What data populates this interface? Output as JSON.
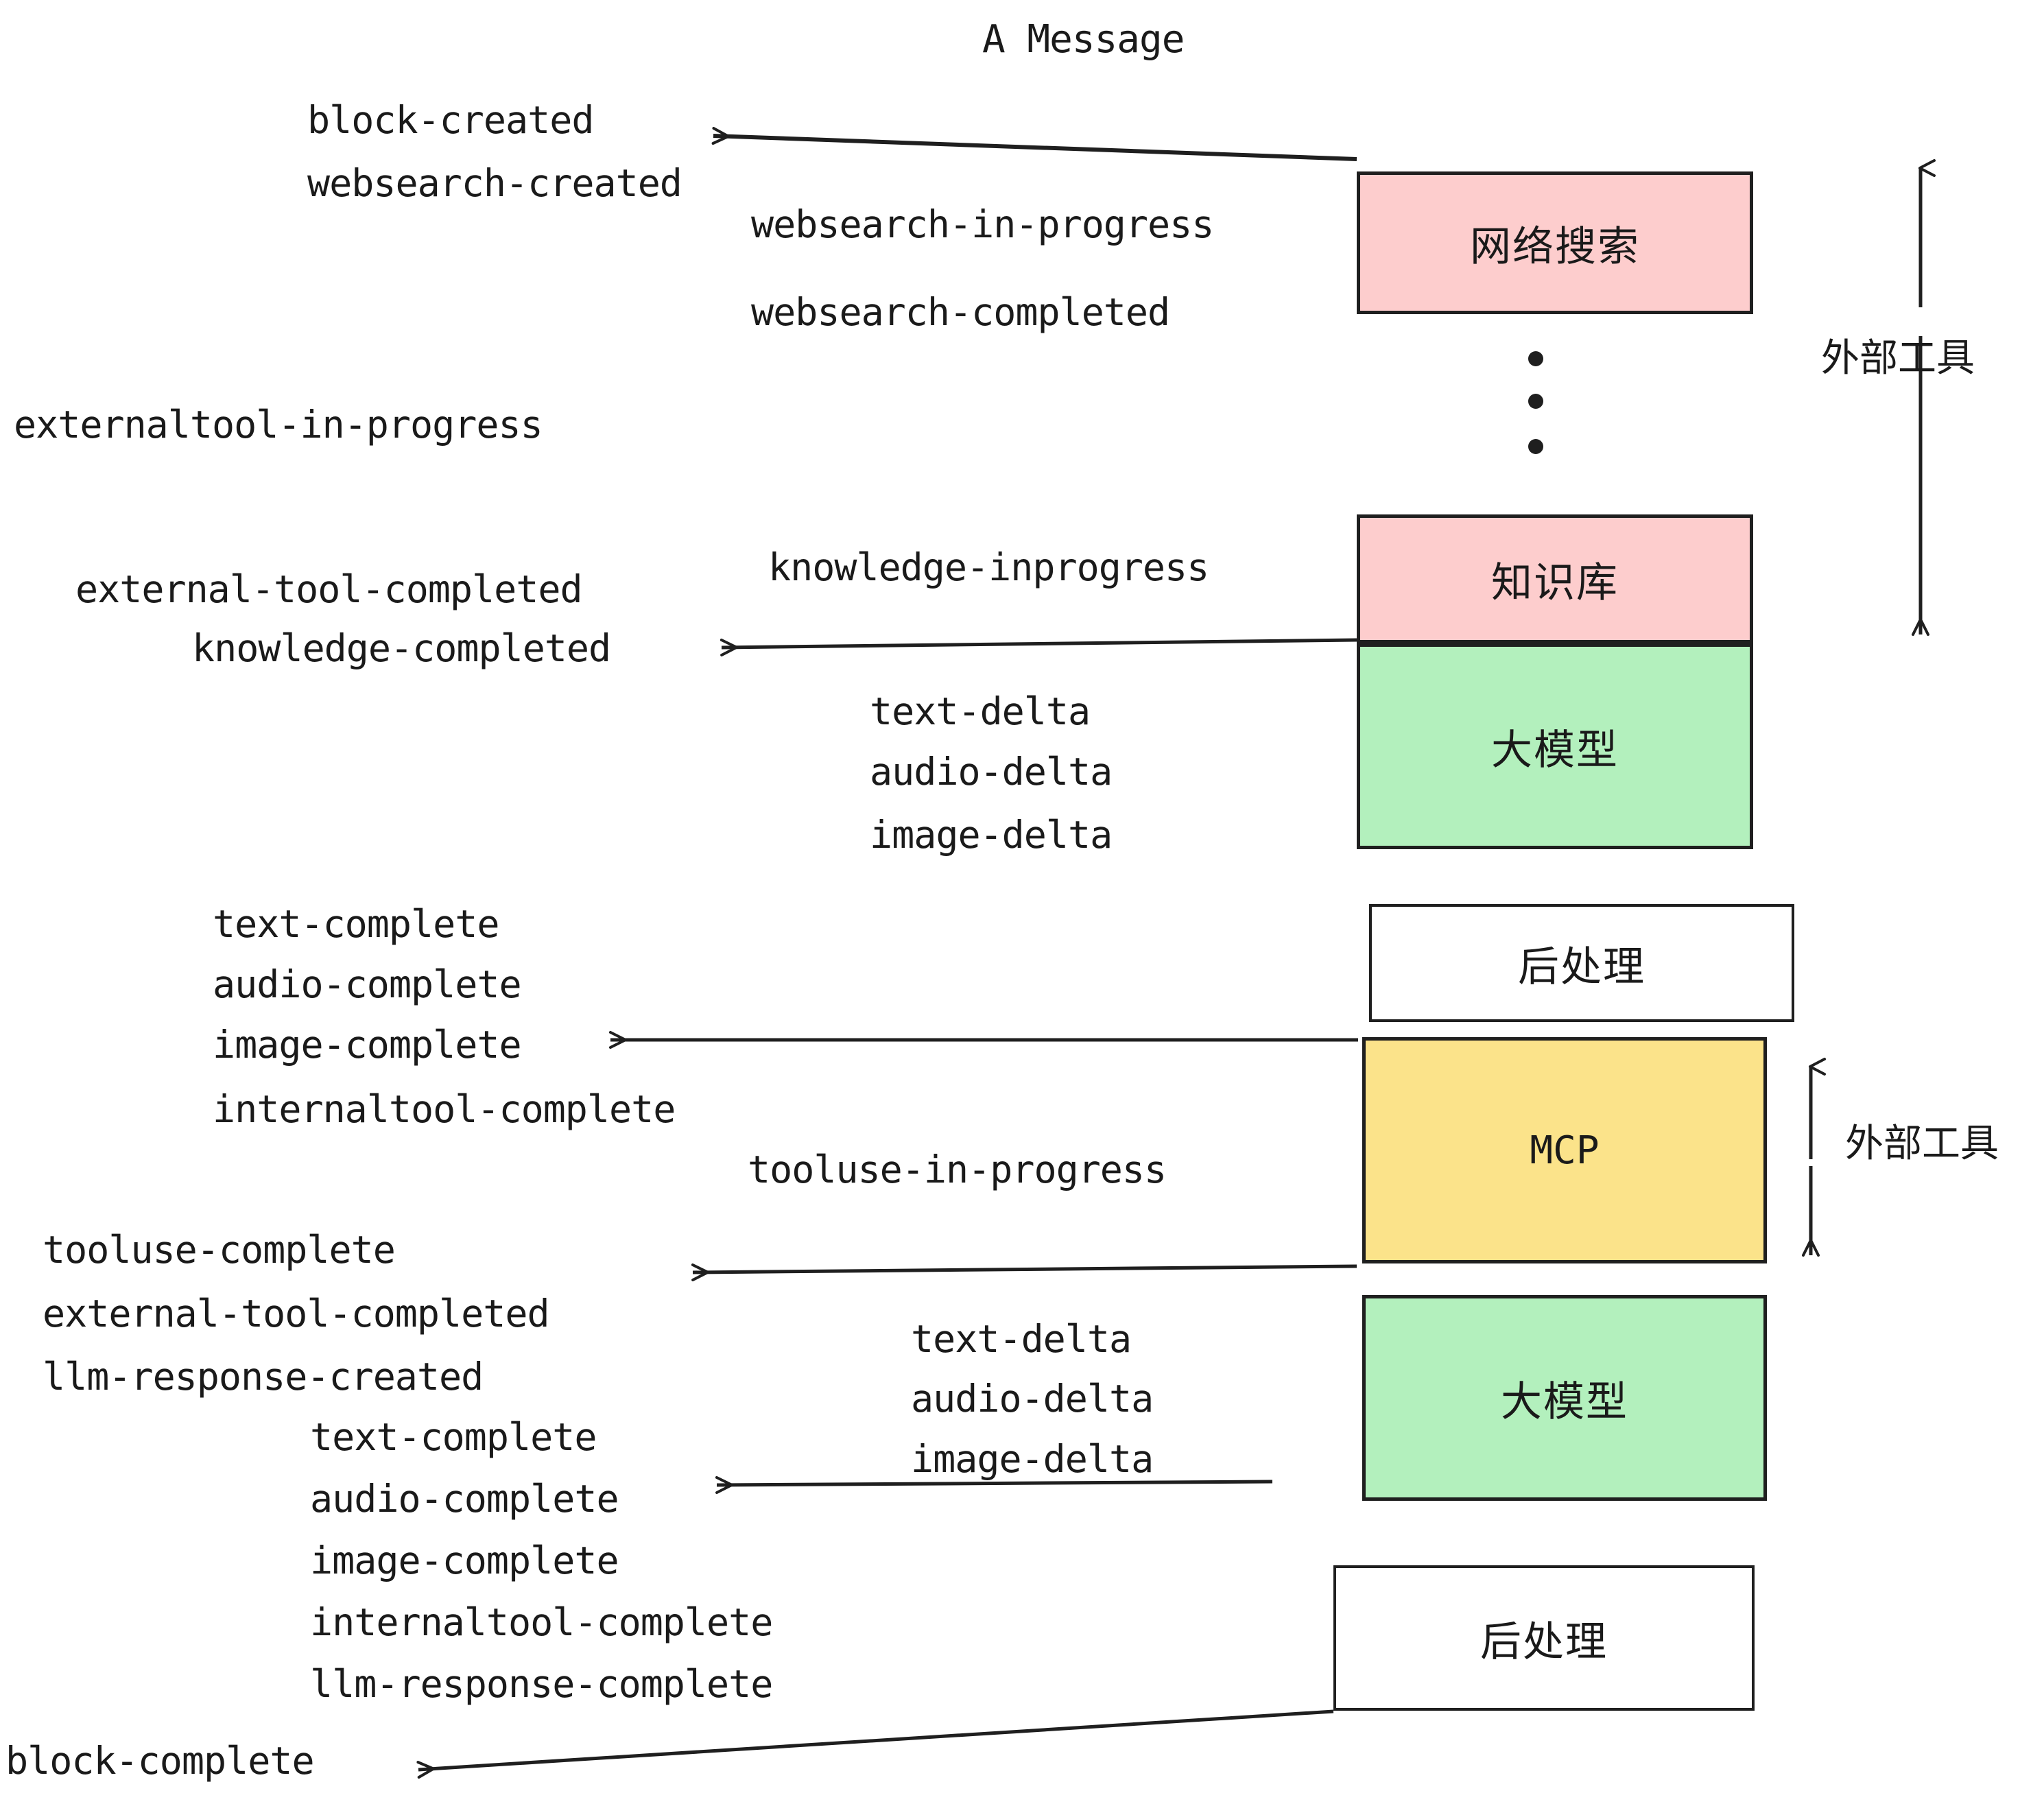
{
  "diagram": {
    "title": "A Message",
    "type": "flow-sequence",
    "colors": {
      "pink": "#fdcdcd",
      "green": "#b3f0bd",
      "yellow": "#fbe38a",
      "white": "#ffffff",
      "stroke": "#1f1f1f",
      "text": "#1a1a1a"
    }
  },
  "boxes": [
    {
      "id": "websearch",
      "label": "网络搜索",
      "fill": "#fdcdcd"
    },
    {
      "id": "knowledgebase",
      "label": "知识库",
      "fill": "#fdcdcd"
    },
    {
      "id": "llm_top",
      "label": "大模型",
      "fill": "#b3f0bd"
    },
    {
      "id": "postprocess_top",
      "label": "后处理",
      "fill": "#ffffff"
    },
    {
      "id": "mcp",
      "label": "MCP",
      "fill": "#fbe38a"
    },
    {
      "id": "llm_bottom",
      "label": "大模型",
      "fill": "#b3f0bd"
    },
    {
      "id": "postprocess_bottom",
      "label": "后处理",
      "fill": "#ffffff"
    }
  ],
  "brackets": [
    {
      "id": "external-tools-top",
      "label": "外部工具"
    },
    {
      "id": "external-tools-bottom",
      "label": "外部工具"
    }
  ],
  "events": {
    "block_created": "block-created",
    "websearch_created": "websearch-created",
    "websearch_in_progress": "websearch-in-progress",
    "websearch_completed": "websearch-completed",
    "externaltool_in_progress": "externaltool-in-progress",
    "knowledge_inprogress": "knowledge-inprogress",
    "external_tool_completed_1": "external-tool-completed",
    "knowledge_completed": "knowledge-completed",
    "text_delta_1": "text-delta",
    "audio_delta_1": "audio-delta",
    "image_delta_1": "image-delta",
    "text_complete_1": "text-complete",
    "audio_complete_1": "audio-complete",
    "image_complete_1": "image-complete",
    "internaltool_complete_1": "internaltool-complete",
    "tooluse_in_progress": "tooluse-in-progress",
    "tooluse_complete": "tooluse-complete",
    "external_tool_completed_2": "external-tool-completed",
    "llm_response_created": "llm-response-created",
    "text_delta_2": "text-delta",
    "audio_delta_2": "audio-delta",
    "image_delta_2": "image-delta",
    "text_complete_2": "text-complete",
    "audio_complete_2": "audio-complete",
    "image_complete_2": "image-complete",
    "internaltool_complete_2": "internaltool-complete",
    "llm_response_complete": "llm-response-complete",
    "block_complete": "block-complete"
  },
  "ellipsis": {
    "dots": 3
  }
}
